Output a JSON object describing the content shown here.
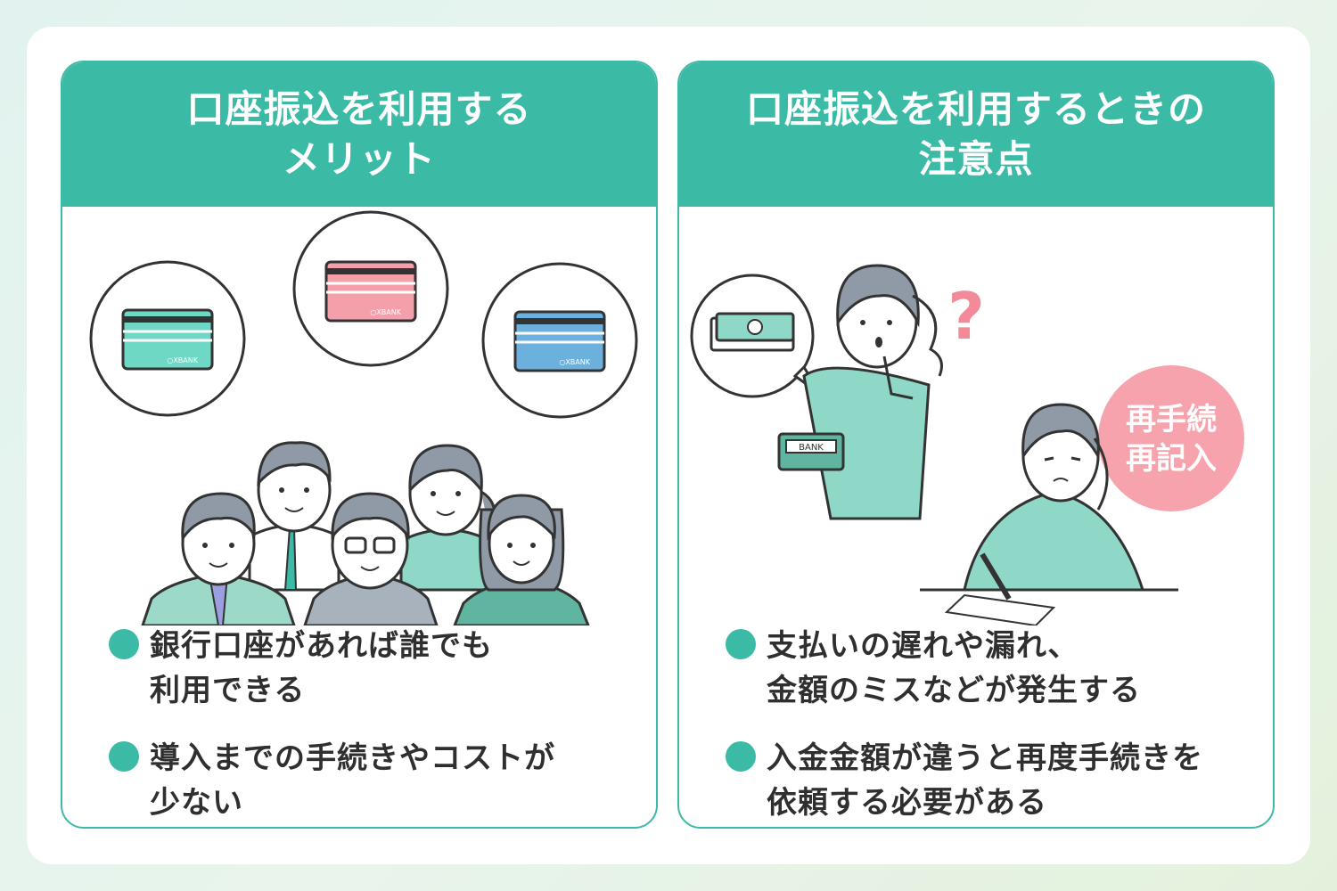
{
  "left_panel": {
    "title_line1": "口座振込を利用する",
    "title_line2": "メリット",
    "card_brand": "○XBANK",
    "bullets": [
      {
        "line1": "銀行口座があれば誰でも",
        "line2": "利用できる"
      },
      {
        "line1": "導入までの手続きやコストが",
        "line2": "少ない"
      }
    ]
  },
  "right_panel": {
    "title_line1": "口座振込を利用するときの",
    "title_line2": "注意点",
    "bankbook_text": "BANK",
    "badge_line1": "再手続",
    "badge_line2": "再記入",
    "question_mark": "?",
    "bullets": [
      {
        "line1": "支払いの遅れや漏れ、",
        "line2": "金額のミスなどが発生する"
      },
      {
        "line1": "入金金額が違うと再度手続きを",
        "line2": "依頼する必要がある"
      }
    ]
  },
  "colors": {
    "accent": "#3bbba6",
    "card_teal": "#6fd8c5",
    "card_pink": "#f4a0aa",
    "card_blue": "#6cb0dd",
    "badge_pink": "#f7a3ad",
    "question_pink": "#f28a98",
    "skin_green": "#8fd8c7",
    "hair_gray": "#8f9aa6"
  }
}
